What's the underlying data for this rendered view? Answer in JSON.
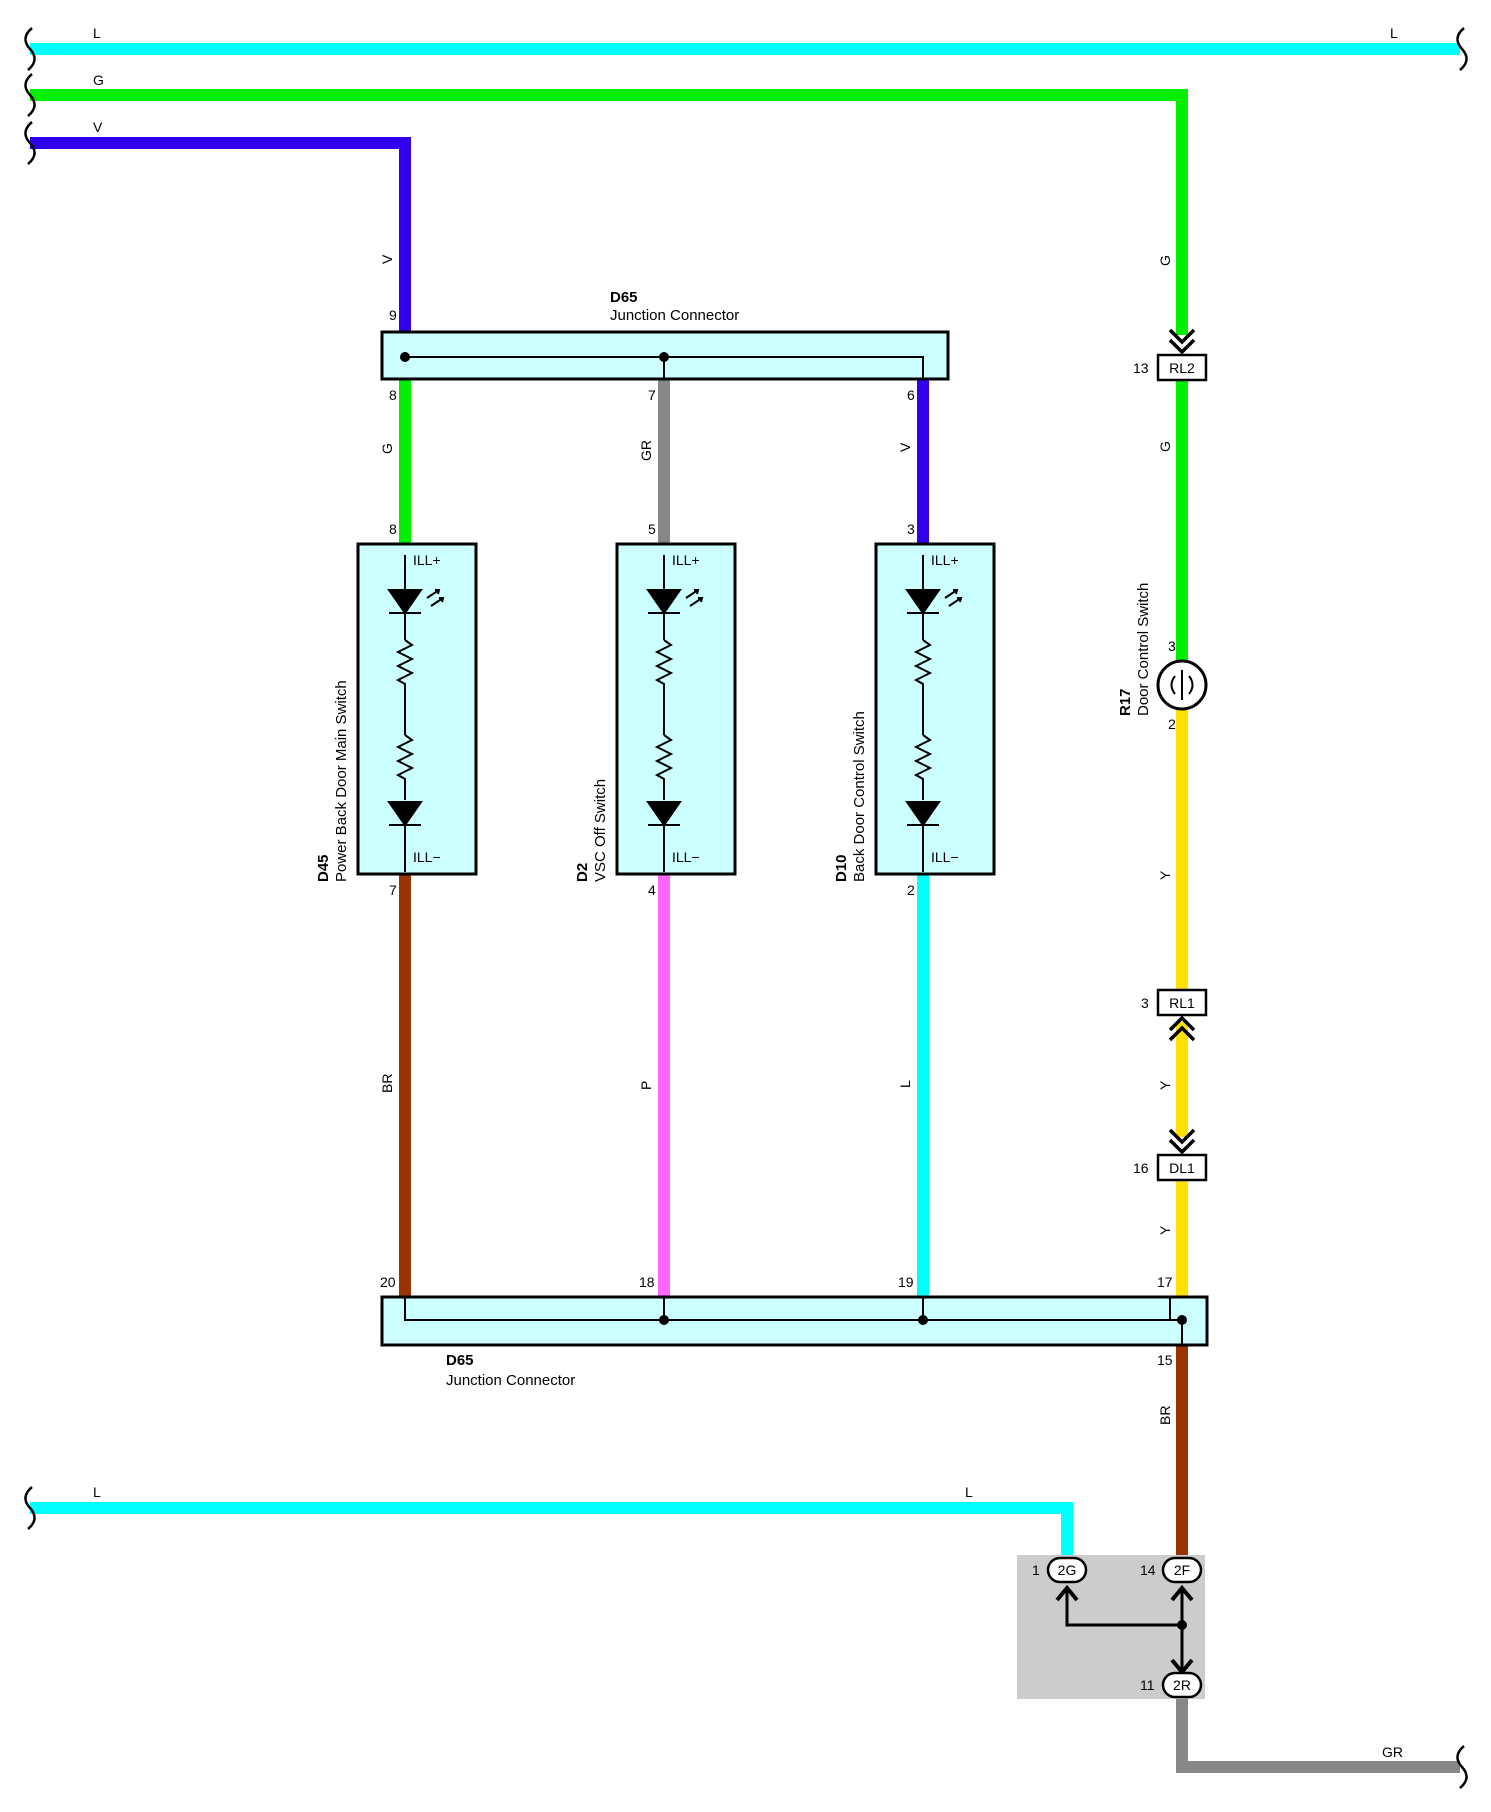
{
  "colors": {
    "L": "#00ffff",
    "G": "#00ee00",
    "V": "#3300ee",
    "GR": "#888888",
    "BR": "#993300",
    "P": "#ff66ff",
    "Y": "#ffe000",
    "junction_box": "#ccffff",
    "splice_block": "#cccccc"
  },
  "wire_labels": {
    "top_L_left": "L",
    "top_L_right": "L",
    "top_G": "G",
    "top_V": "V",
    "v_drop": "V",
    "g_right_upper": "G",
    "g_right_lower": "G",
    "d65_out_8": "G",
    "d65_out_7": "GR",
    "d65_out_6": "V",
    "br_left": "BR",
    "p_mid": "P",
    "l_mid": "L",
    "y_upper": "Y",
    "y_mid": "Y",
    "y_lower": "Y",
    "br_right": "BR",
    "bottom_L_left": "L",
    "bottom_L_right": "L",
    "bottom_GR": "GR"
  },
  "connectors": {
    "d65_top": {
      "id": "D65",
      "desc": "Junction Connector",
      "pin_in": "9",
      "pin_8": "8",
      "pin_7": "7",
      "pin_6": "6"
    },
    "d65_bottom": {
      "id": "D65",
      "desc": "Junction Connector",
      "pin_20": "20",
      "pin_18": "18",
      "pin_19": "19",
      "pin_17": "17",
      "pin_15": "15"
    },
    "d45": {
      "id": "D45",
      "desc": "Power Back Door Main Switch",
      "pin_top": "8",
      "pin_bottom": "7",
      "ill_plus": "ILL+",
      "ill_minus": "ILL−"
    },
    "d2": {
      "id": "D2",
      "desc": "VSC Off Switch",
      "pin_top": "5",
      "pin_bottom": "4",
      "ill_plus": "ILL+",
      "ill_minus": "ILL−"
    },
    "d10": {
      "id": "D10",
      "desc": "Back Door Control Switch",
      "pin_top": "3",
      "pin_bottom": "2",
      "ill_plus": "ILL+",
      "ill_minus": "ILL−"
    },
    "r17": {
      "id": "R17",
      "desc": "Door Control Switch",
      "pin_top": "3",
      "pin_bottom": "2"
    },
    "rl2": {
      "label": "RL2",
      "pin": "13"
    },
    "rl1": {
      "label": "RL1",
      "pin": "3"
    },
    "dl1": {
      "label": "DL1",
      "pin": "16"
    },
    "j2g": {
      "label": "2G",
      "pin": "1"
    },
    "j2f": {
      "label": "2F",
      "pin": "14"
    },
    "j2r": {
      "label": "2R",
      "pin": "11"
    }
  }
}
